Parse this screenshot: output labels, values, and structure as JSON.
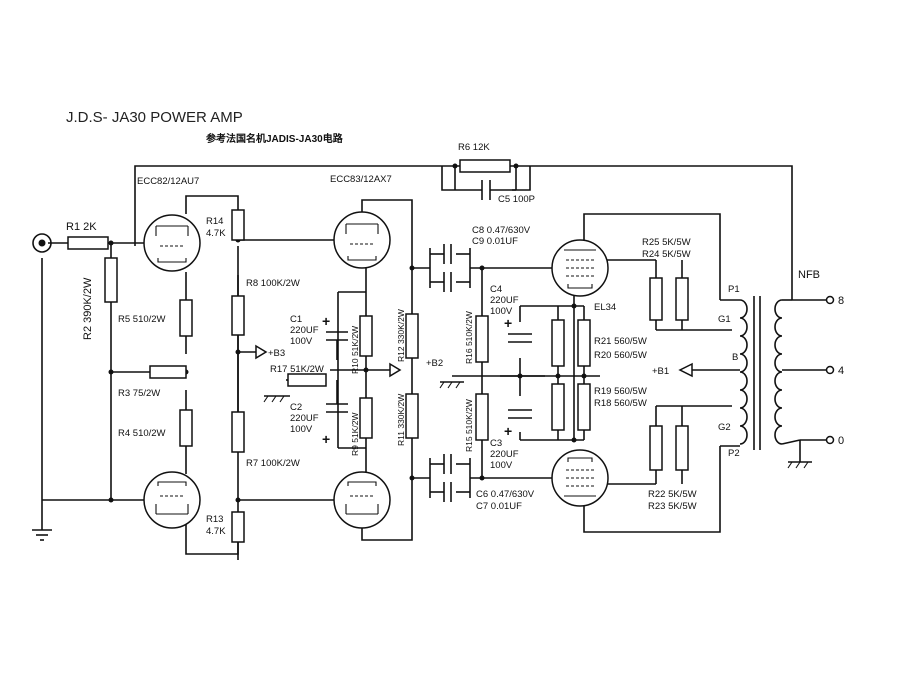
{
  "title": "J.D.S- JA30 POWER AMP",
  "subtitle": "参考法国名机JADIS-JA30电路",
  "tubes": {
    "v1": "ECC82/12AU7",
    "v2": "ECC83/12AX7",
    "v3": "EL34"
  },
  "labels": {
    "r1": "R1  2K",
    "r2": "R2  390K/2W",
    "r3": "R3  75/2W",
    "r4": "R4  510/2W",
    "r5": "R5  510/2W",
    "r6": "R6  12K",
    "c5": "C5  100P",
    "r7": "R7  100K/2W",
    "r8": "R8  100K/2W",
    "r9": "R9   51K/2W",
    "r10": "R10  51K/2W",
    "r11": "R11   330K/2W",
    "r12": "R12   330K/2W",
    "r13": "R13",
    "r13v": "4.7K",
    "r14": "R14",
    "r14v": "4.7K",
    "r15": "R15  510K/2W",
    "r16": "R16  510K/2W",
    "r17": "R17   51K/2W",
    "c1a": "C1",
    "c1b": "220UF",
    "c1c": "100V",
    "c2a": "C2",
    "c2b": "220UF",
    "c2c": "100V",
    "c3a": "C3",
    "c3b": "220UF",
    "c3c": "100V",
    "c4a": "C4",
    "c4b": "220UF",
    "c4c": "100V",
    "c6": "C6  0.47/630V",
    "c7": "C7  0.01UF",
    "c8": "C8  0.47/630V",
    "c9": "C9  0.01UF",
    "r19": "R19   560/5W",
    "r18": "R18   560/5W",
    "r21": "R21   560/5W",
    "r20": "R20   560/5W",
    "r22": "R22  5K/5W",
    "r23": "R23  5K/5W",
    "r24": "R24  5K/5W",
    "r25": "R25  5K/5W",
    "b1": "+B1",
    "b2": "+B2",
    "b3": "+B3",
    "nfb": "NFB",
    "p1": "P1",
    "p2": "P2",
    "g1": "G1",
    "g2": "G2",
    "b": "B",
    "t8": "8",
    "t4": "4",
    "t0": "0",
    "plus": "+"
  }
}
